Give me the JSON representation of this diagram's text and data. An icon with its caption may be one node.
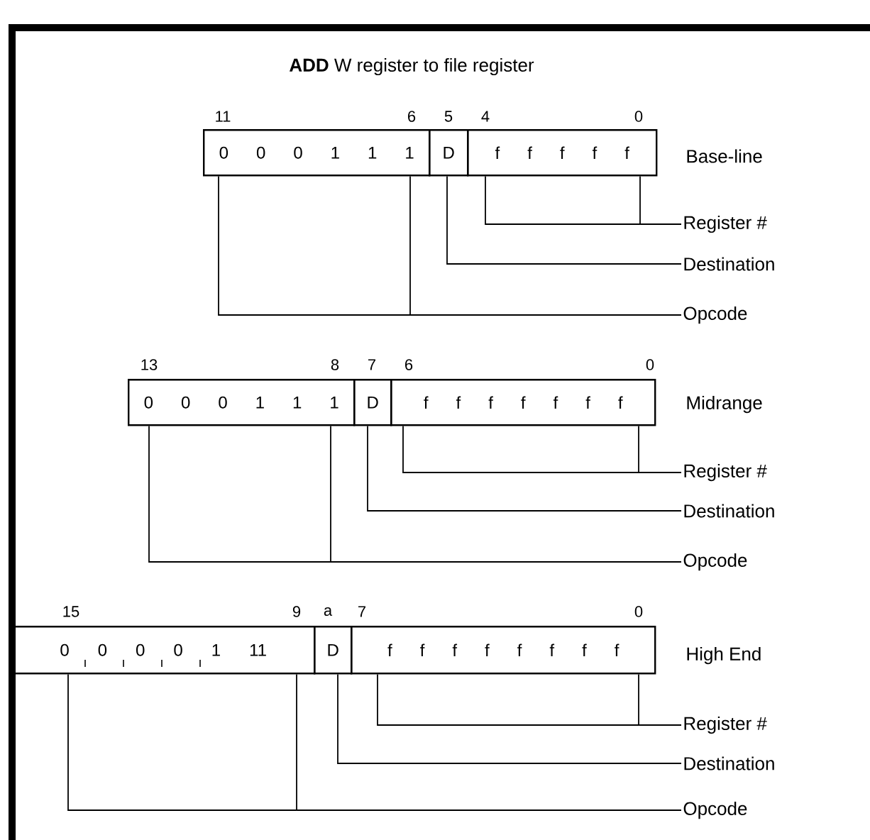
{
  "diagram": {
    "title": "**ADD** W register to file register",
    "nodes": [
      {
        "text": [
          "0 0 0 1 1 1"
        ]
      },
      {
        "text": [
          "D"
        ]
      },
      {
        "text": [
          "f f f f f"
        ]
      },
      {
        "text": [
          "Register #"
        ]
      },
      {
        "text": [
          "Destination"
        ]
      },
      {
        "text": [
          "Opcode"
        ]
      },
      {
        "text": [
          "0 0 0 1 1 1"
        ]
      },
      {
        "text": [
          "D"
        ]
      },
      {
        "text": [
          "f f f f f f f"
        ]
      },
      {
        "text": [
          "Register #"
        ]
      },
      {
        "text": [
          "Destination"
        ]
      },
      {
        "text": [
          "Opcode"
        ]
      },
      {
        "text": [
          "0 0 0 0 1 11"
        ]
      },
      {
        "text": [
          "D"
        ]
      },
      {
        "text": [
          "f f f f f f f f"
        ]
      },
      {
        "text": [
          "Register #"
        ]
      },
      {
        "text": [
          "Destination"
        ]
      },
      {
        "text": [
          "Opcode"
        ]
      }
    ],
    "edges": [
      {
        "from": 3,
        "to": 2,
        "arrow": "none"
      },
      {
        "from": 4,
        "to": 1,
        "arrow": "none"
      },
      {
        "from": 5,
        "to": 0,
        "arrow": "none"
      },
      {
        "from": 9,
        "to": 8,
        "arrow": "none"
      },
      {
        "from": 10,
        "to": 7,
        "arrow": "none"
      },
      {
        "from": 11,
        "to": 6,
        "arrow": "none"
      },
      {
        "from": 15,
        "to": 14,
        "arrow": "none"
      },
      {
        "from": 16,
        "to": 13,
        "arrow": "none"
      },
      {
        "from": 17,
        "to": 12,
        "arrow": "none"
      }
    ],
    "labels": [
      "11",
      "6",
      "5",
      "4",
      "0",
      "Base-line",
      "13",
      "8",
      "7",
      "6",
      "0",
      "Midrange",
      "15",
      "9",
      "a",
      "7",
      "0",
      "High End"
    ]
  }
}
